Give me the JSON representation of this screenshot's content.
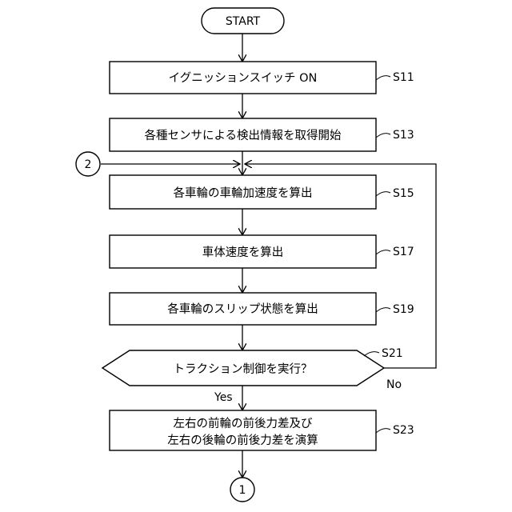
{
  "flowchart": {
    "start_label": "START",
    "steps": [
      {
        "id": "S11",
        "text": "イグニッションスイッチ ON",
        "label": "S11"
      },
      {
        "id": "S13",
        "text": "各種センサによる検出情報を取得開始",
        "label": "S13"
      },
      {
        "id": "S15",
        "text": "各車輪の車輪加速度を算出",
        "label": "S15"
      },
      {
        "id": "S17",
        "text": "車体速度を算出",
        "label": "S17"
      },
      {
        "id": "S19",
        "text": "各車輪のスリップ状態を算出",
        "label": "S19"
      }
    ],
    "decision": {
      "id": "S21",
      "text": "トラクション制御を実行？",
      "label": "S21",
      "yes_label": "Yes",
      "no_label": "No"
    },
    "final_step": {
      "id": "S23",
      "line1": "左右の前輪の前後力差及び",
      "line2": "左右の後輪の前後力差を演算",
      "label": "S23"
    },
    "connector_in": "2",
    "connector_out": "1"
  }
}
